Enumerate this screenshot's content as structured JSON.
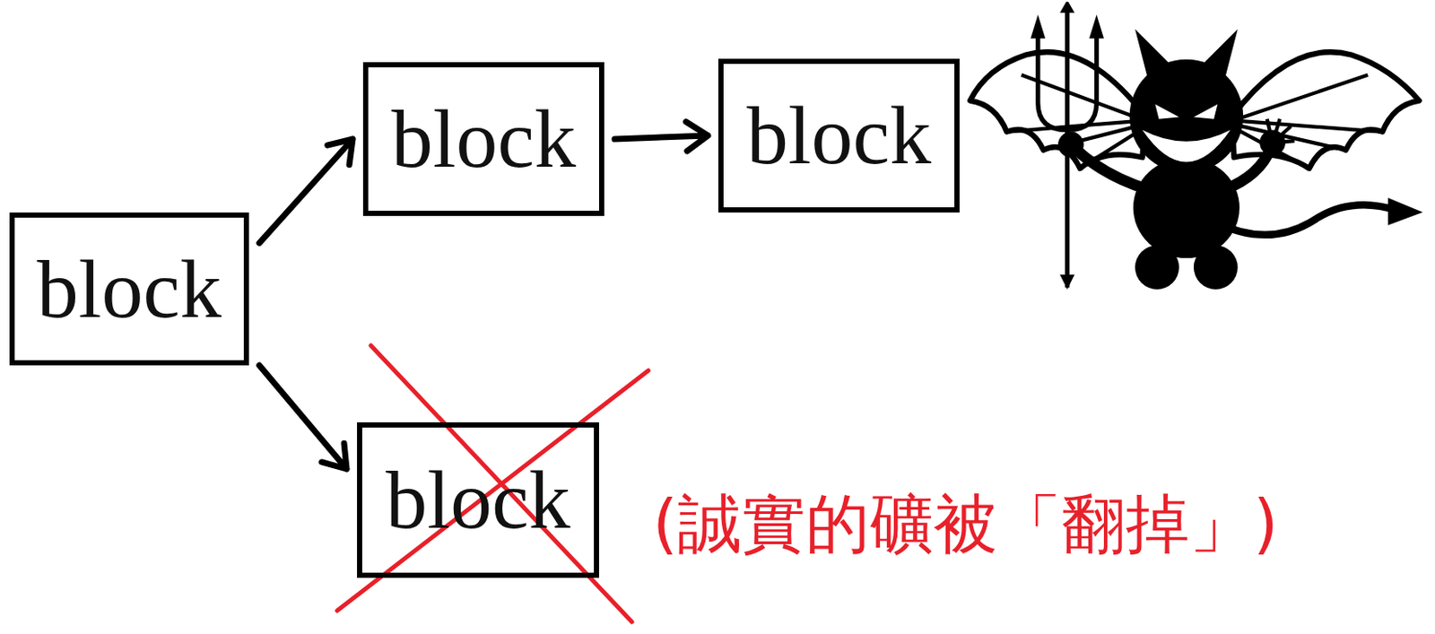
{
  "diagram": {
    "nodes": [
      {
        "text": [
          "block"
        ]
      },
      {
        "text": [
          "block"
        ]
      },
      {
        "text": [
          "block"
        ]
      },
      {
        "text": [
          "block"
        ]
      }
    ],
    "edges": [
      {
        "from": 0,
        "to": 1,
        "arrow": "to"
      },
      {
        "from": 1,
        "to": 2,
        "arrow": "to"
      },
      {
        "from": 0,
        "to": 3,
        "arrow": "to"
      }
    ],
    "labels": [
      "(誠實的礦被「翻掉」)"
    ]
  }
}
